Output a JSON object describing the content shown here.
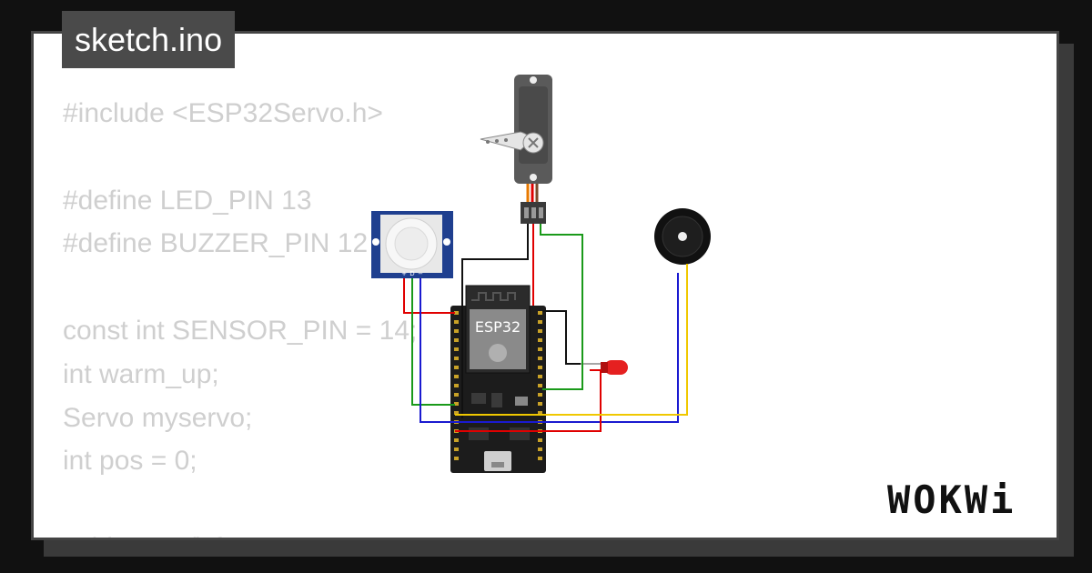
{
  "tab": {
    "filename": "sketch.ino"
  },
  "code": {
    "lines": [
      "#include <ESP32Servo.h>",
      "",
      "#define LED_PIN 13",
      "#define BUZZER_PIN 12",
      "",
      "const int SENSOR_PIN = 14;",
      "int warm_up;",
      "Servo myservo;",
      "int pos = 0;",
      "",
      "void setup() {"
    ]
  },
  "board": {
    "label": "ESP32"
  },
  "pir": {
    "pin_labels": [
      "+",
      "D",
      "−"
    ]
  },
  "brand": {
    "logo_text": "WOKWi"
  },
  "colors": {
    "background": "#111111",
    "wire_red": "#e00000",
    "wire_black": "#111111",
    "wire_green": "#1a9a1a",
    "wire_blue": "#1a1ad0",
    "wire_yellow": "#f0c800",
    "pir_blue": "#1f3f8f",
    "led_red": "#e52020"
  },
  "icons": [
    "servo-icon",
    "pir-sensor-icon",
    "buzzer-icon",
    "led-icon",
    "esp32-board-icon",
    "wifi-antenna-icon"
  ]
}
